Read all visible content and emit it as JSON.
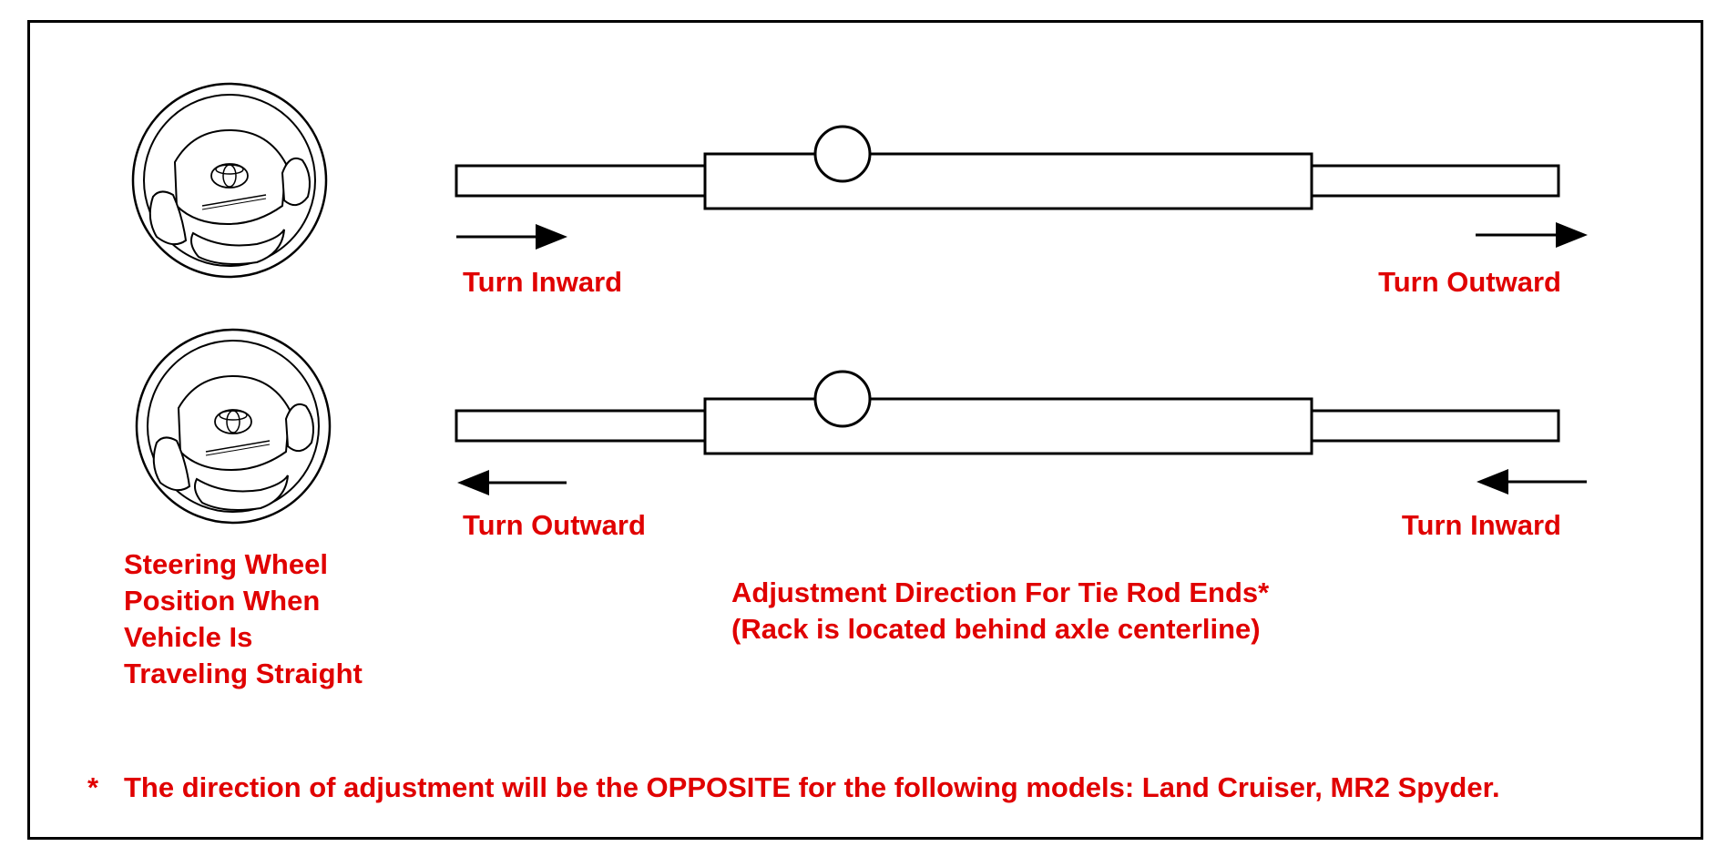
{
  "colors": {
    "label": "#e00000",
    "line": "#000000",
    "background": "#ffffff"
  },
  "rows": [
    {
      "left_label": "Turn Inward",
      "right_label": "Turn Outward",
      "arrow_direction": "right"
    },
    {
      "left_label": "Turn Outward",
      "right_label": "Turn Inward",
      "arrow_direction": "left"
    }
  ],
  "steering_wheel": {
    "icon": "steering-wheel-icon",
    "caption": [
      "Steering Wheel",
      "Position When",
      "Vehicle Is",
      "Traveling Straight"
    ]
  },
  "adjustment": {
    "title": "Adjustment Direction For Tie Rod Ends*",
    "subtitle": "(Rack is located behind axle centerline)"
  },
  "footnote": {
    "marker": "*",
    "text": "The direction of adjustment will be the OPPOSITE for the following models:  Land Cruiser, MR2 Spyder."
  }
}
